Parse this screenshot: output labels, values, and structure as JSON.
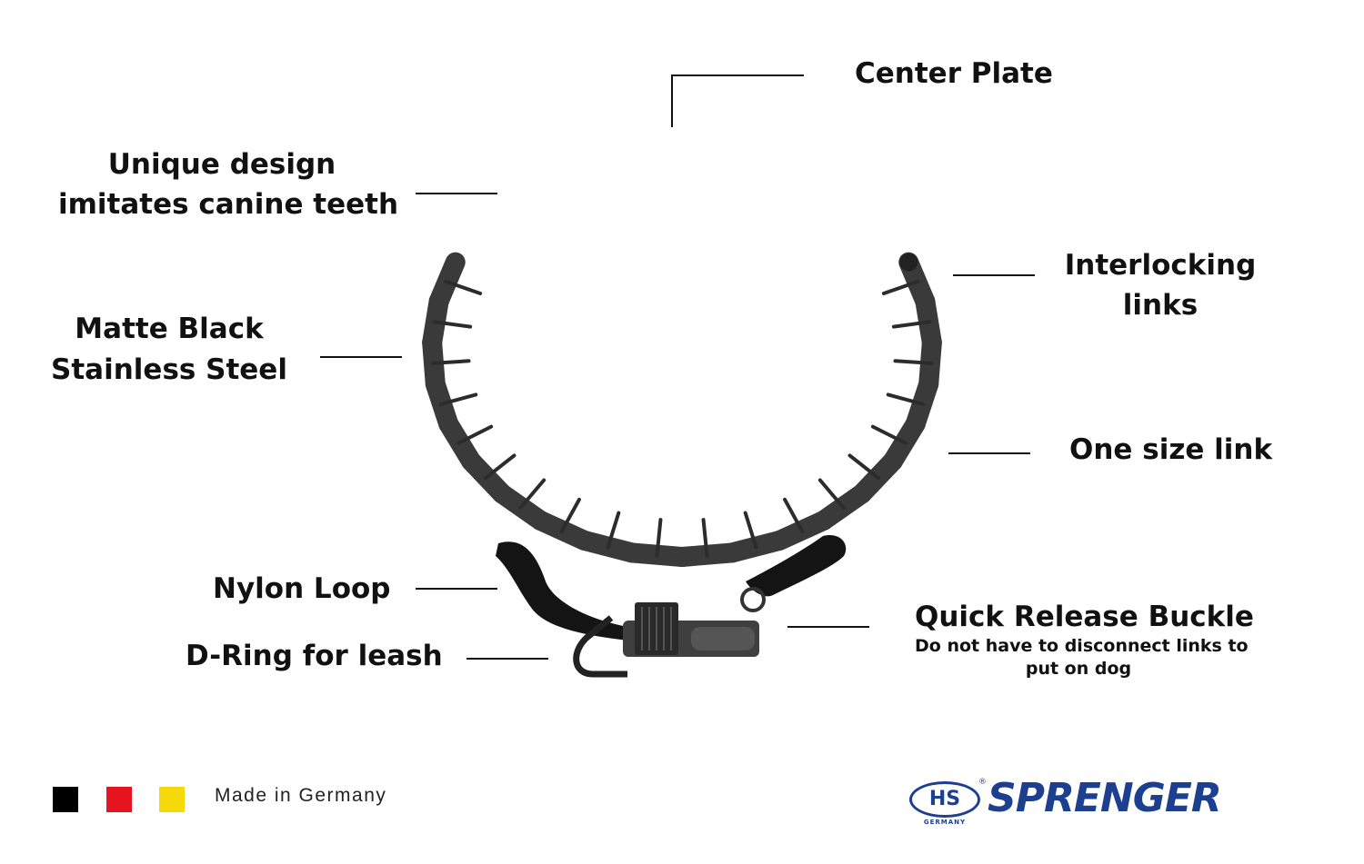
{
  "callouts": {
    "center_plate": "Center Plate",
    "unique_design_line1": "Unique design",
    "unique_design_line2": "imitates canine teeth",
    "interlocking_line1": "Interlocking",
    "interlocking_line2": "links",
    "matte_line1": "Matte Black",
    "matte_line2": "Stainless Steel",
    "one_size": "One size link",
    "nylon_loop": "Nylon Loop",
    "d_ring": "D-Ring for leash",
    "quick_release": "Quick Release Buckle",
    "quick_release_sub1": "Do not have to disconnect links to",
    "quick_release_sub2": "put on dog"
  },
  "footer": {
    "made_in": "Made in Germany",
    "flag_colors": [
      "#000000",
      "#e5141f",
      "#f5d90a"
    ]
  },
  "logo": {
    "hs": "HS",
    "hs_sub": "GERMANY",
    "reg": "®",
    "word": "SPRENGER",
    "color": "#1d3f8f"
  },
  "collar": {
    "link_color": "#3a3a3a",
    "nylon_color": "#141414"
  }
}
